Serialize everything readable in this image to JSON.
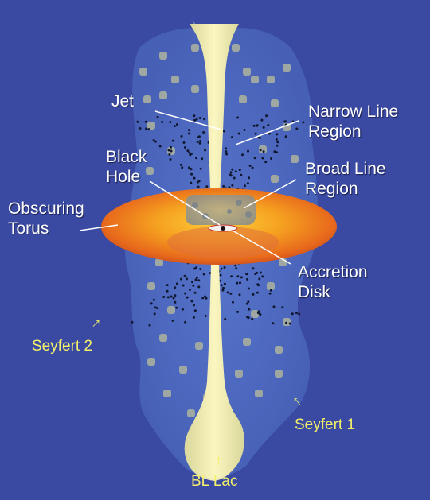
{
  "labels": {
    "jet": "Jet",
    "narrow_line": [
      "Narrow Line",
      "Region"
    ],
    "black_hole": [
      "Black",
      "Hole"
    ],
    "broad_line": [
      "Broad Line",
      "Region"
    ],
    "obscuring_torus": [
      "Obscuring",
      "Torus"
    ],
    "accretion_disk": [
      "Accretion",
      "Disk"
    ]
  },
  "viewing_angles": {
    "seyfert2": "Seyfert 2",
    "seyfert1": "Seyfert 1",
    "bl_lac": "BL Lac"
  },
  "colors": {
    "background": "#3a4aa3",
    "cloud_region": "#4c66be",
    "jet": "#f4eea8",
    "torus": "#f0781e",
    "label_text": "#ffffff",
    "viewing_text": "#f4f06a"
  }
}
